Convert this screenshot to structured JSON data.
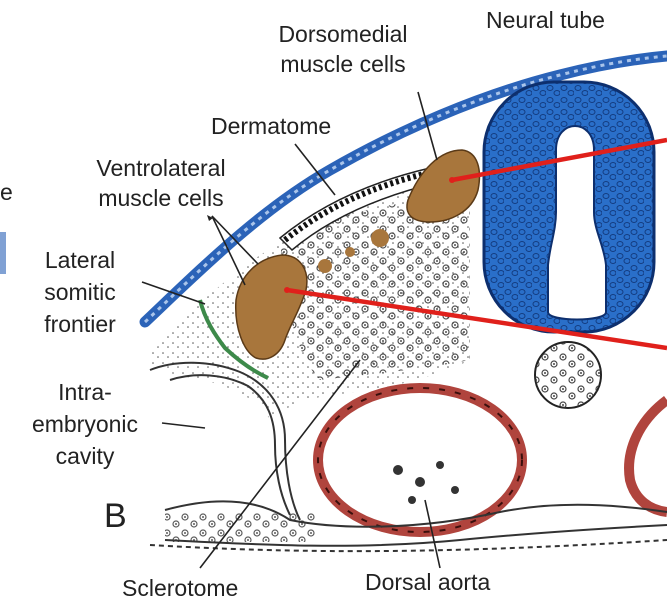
{
  "panel_letter": "B",
  "labels": {
    "neural_tube": "Neural tube",
    "dorsomedial_line1": "Dorsomedial",
    "dorsomedial_line2": "muscle cells",
    "dermatome": "Dermatome",
    "ventrolateral_line1": "Ventrolateral",
    "ventrolateral_line2": "muscle cells",
    "lateral_line1": "Lateral",
    "lateral_line2": "somitic",
    "lateral_line3": "frontier",
    "intra_line1": "Intra-",
    "intra_line2": "embryonic",
    "intra_line3": "cavity",
    "sclerotome": "Sclerotome",
    "dorsal_aorta": "Dorsal aorta",
    "cut_letter": "e"
  },
  "colors": {
    "neural_tube_fill": "#2a6fc9",
    "ectoderm_blue": "#2b63b8",
    "muscle_brown": "#a8763c",
    "aorta_red": "#b0443d",
    "frontier_green": "#3d8a4a",
    "pointer_red": "#e0201b"
  }
}
